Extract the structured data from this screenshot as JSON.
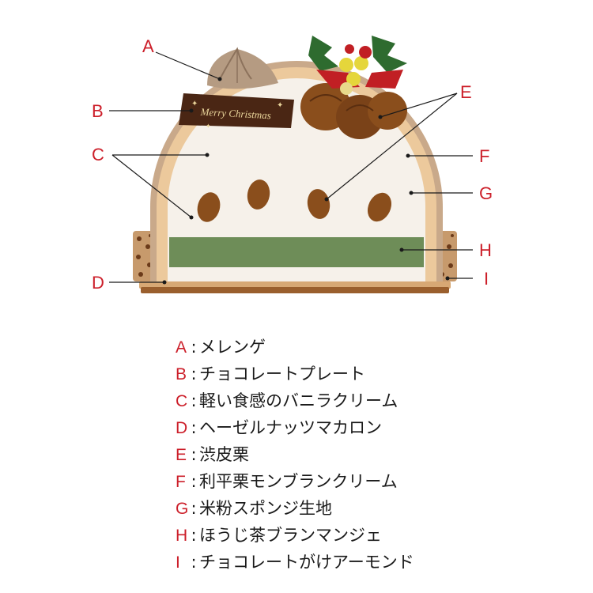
{
  "plate_text": "Merry Christmas",
  "callouts": {
    "A": "A",
    "B": "B",
    "C": "C",
    "D": "D",
    "E": "E",
    "F": "F",
    "G": "G",
    "H": "H",
    "I": "I"
  },
  "legend": [
    {
      "key": "A",
      "sep": ":",
      "text": "メレンゲ"
    },
    {
      "key": "B",
      "sep": ":",
      "text": "チョコレートプレート"
    },
    {
      "key": "C",
      "sep": ":",
      "text": "軽い食感のバニラクリーム"
    },
    {
      "key": "D",
      "sep": ":",
      "text": "ヘーゼルナッツマカロン"
    },
    {
      "key": "E",
      "sep": ":",
      "text": "渋皮栗"
    },
    {
      "key": "F",
      "sep": ":",
      "text": "利平栗モンブランクリーム"
    },
    {
      "key": "G",
      "sep": ":",
      "text": "米粉スポンジ生地"
    },
    {
      "key": "H",
      "sep": ":",
      "text": "ほうじ茶ブランマンジェ"
    },
    {
      "key": "I",
      "sep": ":",
      "text": "チョコレートがけアーモンド"
    }
  ],
  "colors": {
    "callout_letter": "#cc1f2a",
    "mont_blanc_cream": "#c9a98a",
    "sponge": "#ecc99c",
    "vanilla_cream": "#f6f1ea",
    "hojicha_blancmange": "#6e8d58",
    "chocolate_plate": "#4a2614",
    "macaron_base": "#a56a36",
    "chestnut": "#8a4e1c"
  }
}
